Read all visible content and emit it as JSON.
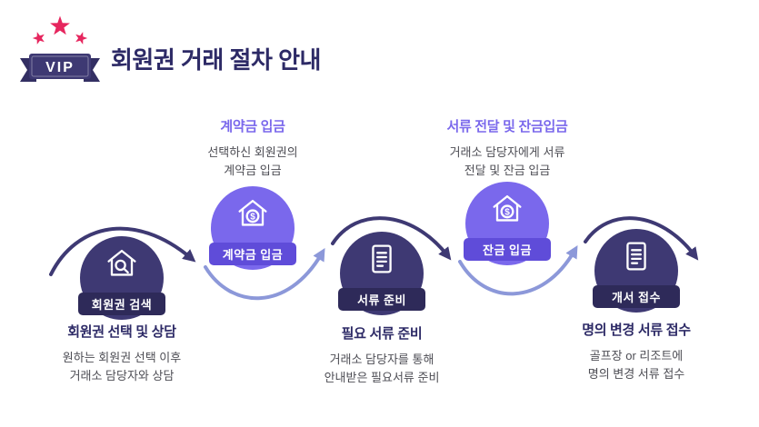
{
  "header": {
    "logo_text": "VIP",
    "title": "회원권 거래 절차 안내"
  },
  "steps": [
    {
      "badge": "회원권 검색",
      "title": "회원권 선택 및 상담",
      "desc1": "원하는 회원권 선택 이후",
      "desc2": "거래소 담당자와 상담",
      "icon": "house-magnifier-icon",
      "theme": "dark",
      "text_position": "below"
    },
    {
      "badge": "계약금 입금",
      "title": "계약금 입금",
      "desc1": "선택하신 회원권의",
      "desc2": "계약금 입금",
      "icon": "house-dollar-icon",
      "theme": "purple",
      "text_position": "above"
    },
    {
      "badge": "서류 준비",
      "title": "필요 서류 준비",
      "desc1": "거래소 담당자를 통해",
      "desc2": "안내받은 필요서류 준비",
      "icon": "document-icon",
      "theme": "dark",
      "text_position": "below"
    },
    {
      "badge": "잔금 입금",
      "title": "서류 전달 및 잔금입금",
      "desc1": "거래소 담당자에게 서류",
      "desc2": "전달 및 잔금 입금",
      "icon": "house-dollar-icon",
      "theme": "purple",
      "text_position": "above"
    },
    {
      "badge": "개서 접수",
      "title": "명의 변경 서류 접수",
      "desc1": "골프장 or 리조트에",
      "desc2": "명의 변경 서류 접수",
      "icon": "document-icon",
      "theme": "dark",
      "text_position": "below"
    }
  ],
  "colors": {
    "dark_circle": "#3E3973",
    "purple_circle": "#7A68EC",
    "dark_badge": "#2E2A59",
    "purple_badge": "#5F4CD9",
    "navy_text": "#2D2A66",
    "purple_text": "#7A68EC",
    "desc_text": "#4D4D54",
    "arc_dark": "#3E3973",
    "arc_light": "#8C98D9",
    "star_pink": "#E6265E",
    "banner_tail": "#332F63"
  }
}
